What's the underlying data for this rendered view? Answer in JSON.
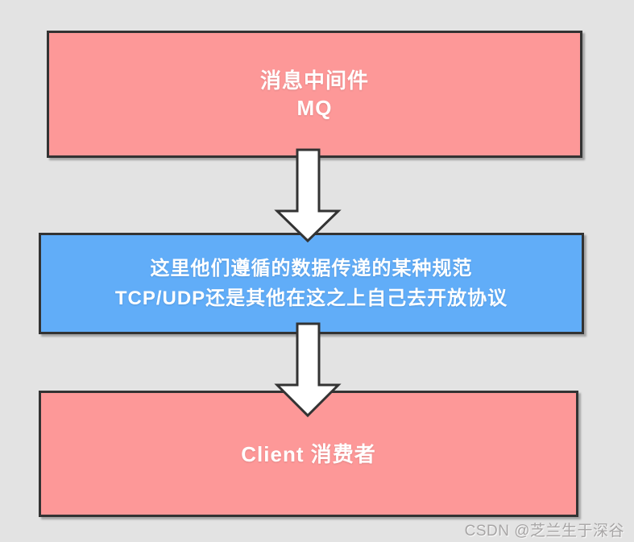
{
  "page": {
    "background_color": "#e3e3e3",
    "border_color": "#333333"
  },
  "diagram": {
    "boxes": [
      {
        "id": "mq",
        "role": "message-middleware",
        "color": "#fd9898",
        "line1": "消息中间件",
        "line2": "MQ"
      },
      {
        "id": "protocol",
        "role": "transport-spec",
        "color": "#61adf8",
        "line1": "这里他们遵循的数据传递的某种规范",
        "line2": "TCP/UDP还是其他在这之上自己去开放协议"
      },
      {
        "id": "client",
        "role": "consumer",
        "color": "#fd9898",
        "line1": "Client 消费者",
        "line2": ""
      }
    ],
    "arrows": {
      "fill": "#ffffff",
      "stroke": "#333333",
      "direction": "down"
    }
  },
  "watermark": {
    "text": "CSDN @芝兰生于深谷"
  }
}
